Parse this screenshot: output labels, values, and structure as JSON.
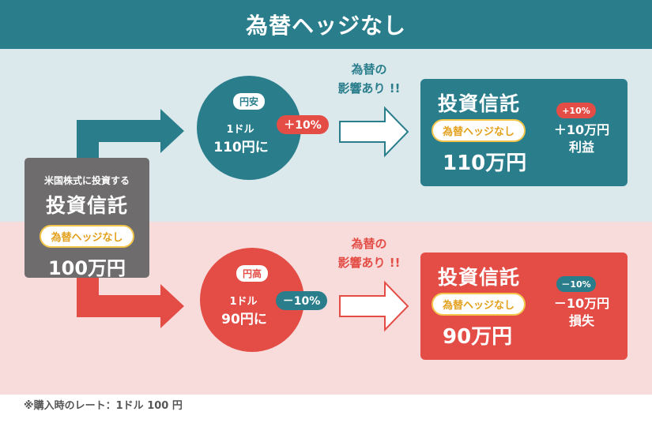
{
  "header": {
    "title": "為替ヘッジなし"
  },
  "source": {
    "subtitle": "米国株式に投資する",
    "title": "投資信託",
    "hedge_label": "為替ヘッジなし",
    "amount": "100万円"
  },
  "yen_weak": {
    "tag": "円安",
    "rate_line1": "1ドル",
    "rate_line2": "110円に",
    "change": "＋10%",
    "impact_line1": "為替の",
    "impact_line2": "影響あり !!",
    "result_title": "投資信託",
    "result_hedge": "為替ヘッジなし",
    "result_amount": "110万円",
    "result_change": "+10%",
    "result_pl_line1": "＋10万円",
    "result_pl_line2": "利益"
  },
  "yen_strong": {
    "tag": "円高",
    "rate_line1": "1ドル",
    "rate_line2": "90円に",
    "change": "－10%",
    "impact_line1": "為替の",
    "impact_line2": "影響あり !!",
    "result_title": "投資信託",
    "result_hedge": "為替ヘッジなし",
    "result_amount": "90万円",
    "result_change": "－10%",
    "result_pl_line1": "－10万円",
    "result_pl_line2": "損失"
  },
  "footnote": "※購入時のレート：1ドル 100 円",
  "colors": {
    "teal": "#2a7e8c",
    "red": "#e34d46",
    "gray": "#6e6c6c",
    "yellow": "#f3c54b",
    "top_band": "#dbe9ed",
    "bottom_band": "#f8dcdc"
  }
}
